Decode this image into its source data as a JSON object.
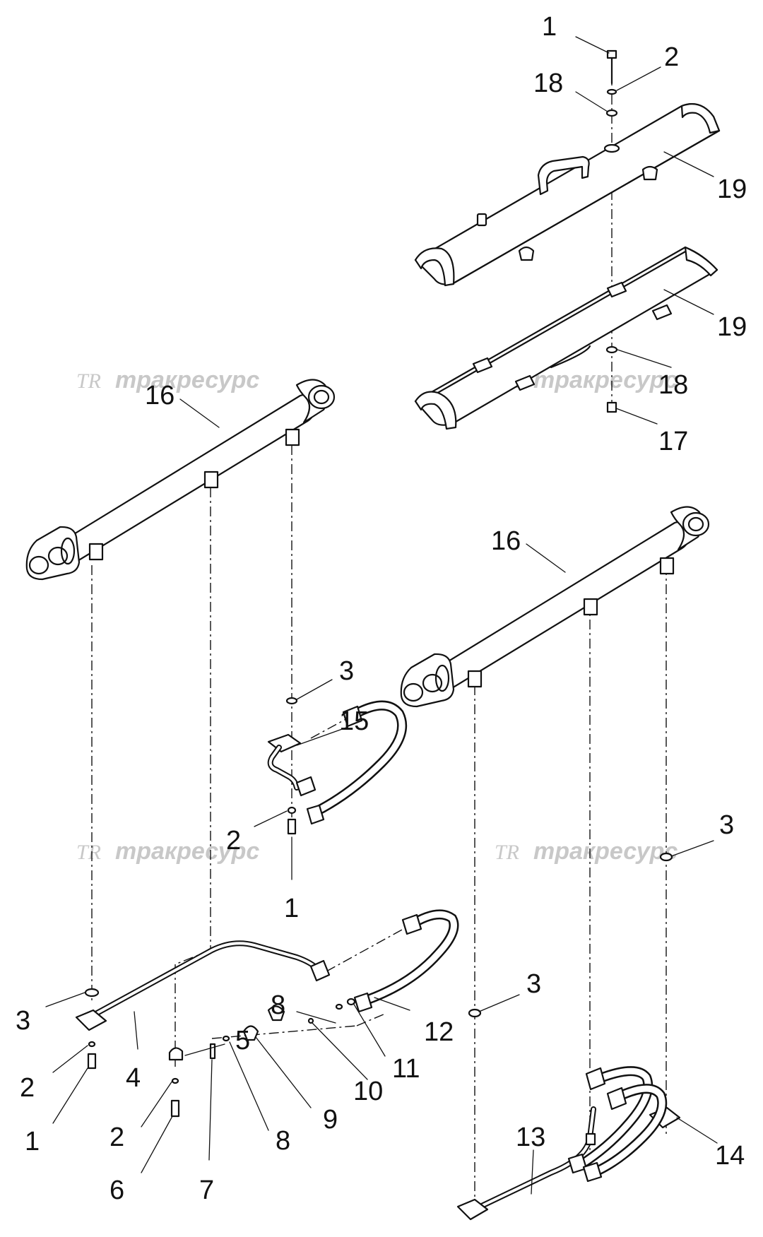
{
  "watermark": {
    "logo": "TR",
    "text": "тракресурс"
  },
  "callouts": [
    {
      "id": "c-1-top",
      "label": "1"
    },
    {
      "id": "c-2-top",
      "label": "2"
    },
    {
      "id": "c-18-top",
      "label": "18"
    },
    {
      "id": "c-19-top",
      "label": "19"
    },
    {
      "id": "c-19-bottom",
      "label": "19"
    },
    {
      "id": "c-18-bottom",
      "label": "18"
    },
    {
      "id": "c-17",
      "label": "17"
    },
    {
      "id": "c-16-left",
      "label": "16"
    },
    {
      "id": "c-16-right",
      "label": "16"
    },
    {
      "id": "c-3-mid",
      "label": "3"
    },
    {
      "id": "c-15",
      "label": "15"
    },
    {
      "id": "c-2-mid",
      "label": "2"
    },
    {
      "id": "c-1-mid",
      "label": "1"
    },
    {
      "id": "c-3-right-upper",
      "label": "3"
    },
    {
      "id": "c-3-right-lower",
      "label": "3"
    },
    {
      "id": "c-12",
      "label": "12"
    },
    {
      "id": "c-3-left",
      "label": "3"
    },
    {
      "id": "c-4",
      "label": "4"
    },
    {
      "id": "c-2-left",
      "label": "2"
    },
    {
      "id": "c-1-left",
      "label": "1"
    },
    {
      "id": "c-5",
      "label": "5"
    },
    {
      "id": "c-2-lower",
      "label": "2"
    },
    {
      "id": "c-6",
      "label": "6"
    },
    {
      "id": "c-7",
      "label": "7"
    },
    {
      "id": "c-8-upper",
      "label": "8"
    },
    {
      "id": "c-8-lower",
      "label": "8"
    },
    {
      "id": "c-9",
      "label": "9"
    },
    {
      "id": "c-10",
      "label": "10"
    },
    {
      "id": "c-11",
      "label": "11"
    },
    {
      "id": "c-13",
      "label": "13"
    },
    {
      "id": "c-14",
      "label": "14"
    }
  ]
}
